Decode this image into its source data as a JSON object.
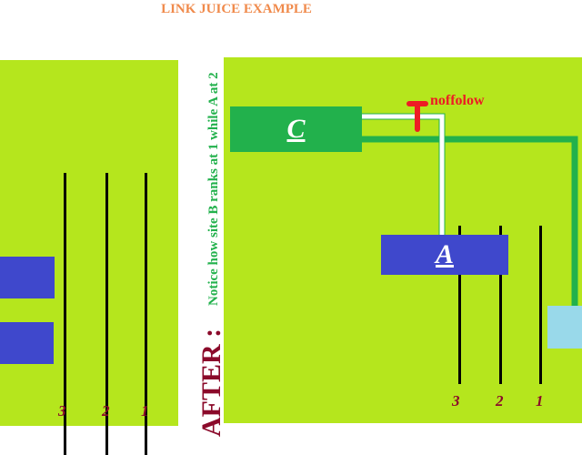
{
  "title": "LINK JUICE EXAMPLE",
  "after_label": "AFTER :",
  "note": "Notice how site B ranks at 1 while A at 2",
  "nofollow_label": "noffolow",
  "sites": {
    "c_label": "C",
    "a_label": "A"
  },
  "rank_labels": [
    "3",
    "2",
    "1"
  ],
  "colors": {
    "panel": "#b5e61d",
    "site_c": "#22b14c",
    "site_a": "#3f48cc",
    "site_b": "#99d9ea",
    "link": "#22b14c",
    "nofollow_link": "#ffffff",
    "nofollow_mark": "#ed1c24",
    "rank_text": "#8b0a2a",
    "title": "#f08a4b"
  }
}
